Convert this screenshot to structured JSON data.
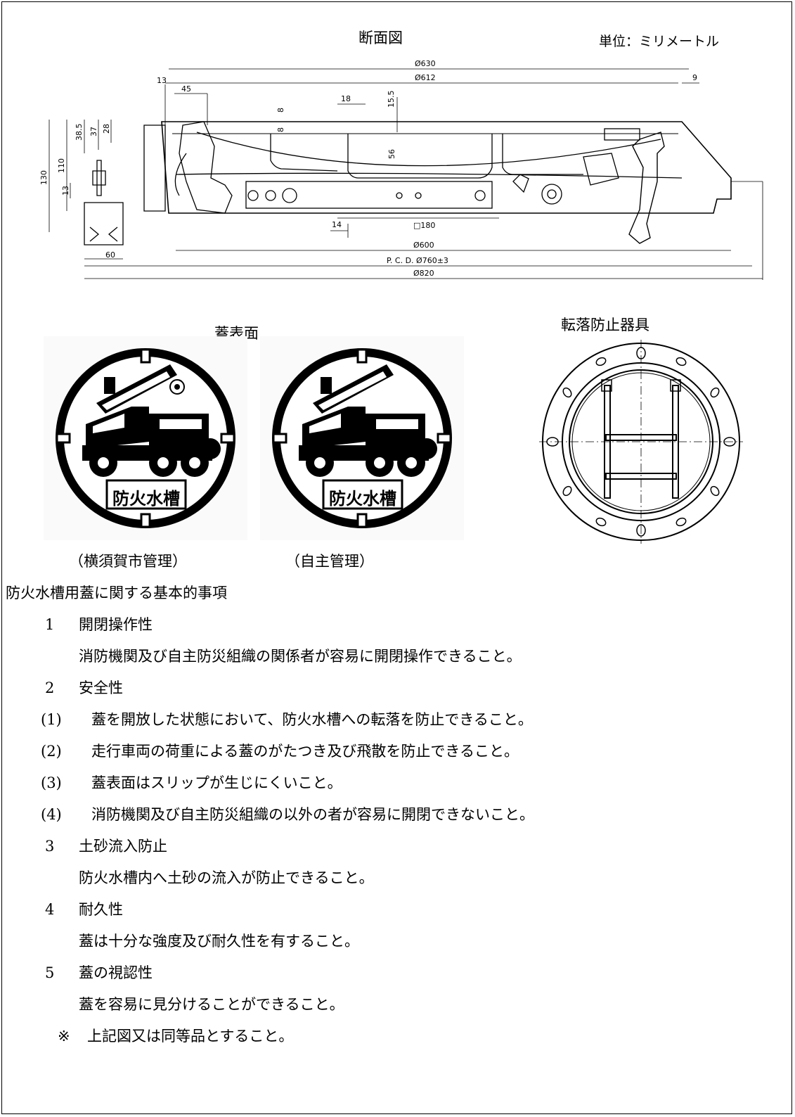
{
  "section": {
    "drawing_title": "断面図",
    "unit_label": "単位：ミリメートル"
  },
  "dimensions": {
    "d630": "Ø630",
    "d612": "Ø612",
    "d13_top": "13",
    "d45": "45",
    "d9": "9",
    "d18": "18",
    "d15_5": "15.5",
    "d8a": "8",
    "d8b": "8",
    "d56": "56",
    "d38_5": "38.5",
    "d37": "37",
    "d28": "28",
    "d130": "130",
    "d110": "110",
    "d13_left": "13",
    "d14": "14",
    "d180": "□180",
    "d60": "60",
    "d600": "Ø600",
    "pcd": "P. C. D.  Ø760±3",
    "d820": "Ø820"
  },
  "lid": {
    "surface_title": "蓋表面",
    "plate_text": "防火水槽",
    "caption_city": "（横須賀市管理）",
    "caption_self": "（自主管理）"
  },
  "fall_prevention": {
    "title": "転落防止器具"
  },
  "requirements": {
    "heading": "防火水槽用蓋に関する基本的事項",
    "items": [
      {
        "num": "1",
        "title": "開閉操作性",
        "body": "消防機関及び自主防災組織の関係者が容易に開閉操作できること。"
      },
      {
        "num": "2",
        "title": "安全性"
      },
      {
        "num": "3",
        "title": "土砂流入防止",
        "body": "防火水槽内へ土砂の流入が防止できること。"
      },
      {
        "num": "4",
        "title": "耐久性",
        "body": "蓋は十分な強度及び耐久性を有すること。"
      },
      {
        "num": "5",
        "title": "蓋の視認性",
        "body": "蓋を容易に見分けることができること。"
      }
    ],
    "safety_subitems": [
      {
        "num": "(1)",
        "text": "蓋を開放した状態において、防火水槽への転落を防止できること。"
      },
      {
        "num": "(2)",
        "text": "走行車両の荷重による蓋のがたつき及び飛散を防止できること。"
      },
      {
        "num": "(3)",
        "text": "蓋表面はスリップが生じにくいこと。"
      },
      {
        "num": "(4)",
        "text": "消防機関及び自主防災組織の以外の者が容易に開閉できないこと。"
      }
    ],
    "note_mark": "※",
    "note_text": "上記図又は同等品とすること。"
  }
}
